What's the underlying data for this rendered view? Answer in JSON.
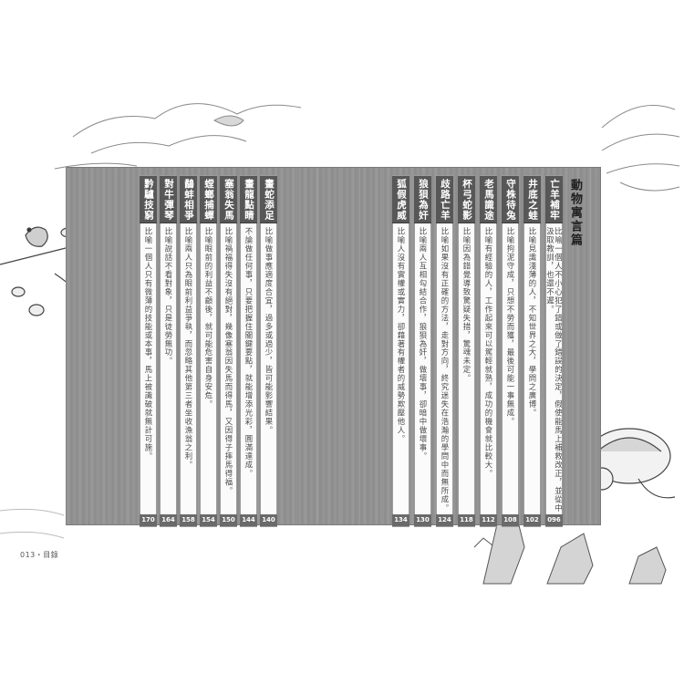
{
  "section_title": "動物寓言篇",
  "folio": "013・目錄",
  "entries": [
    {
      "title": "亡羊補牢",
      "body": "比喻一個人不小心犯了錯或做了錯誤的決定，假使能馬上補救改正，並從中汲取教訓，也還不遲。",
      "page": "096"
    },
    {
      "title": "井底之蛙",
      "body": "比喻見識淺薄的人，不知世界之大，學問之廣博。",
      "page": "102"
    },
    {
      "title": "守株待兔",
      "body": "比喻拘泥守成，只想不勞而獲，最後可能一事無成。",
      "page": "108"
    },
    {
      "title": "老馬識途",
      "body": "比喻有經驗的人，工作起來可以駕輕就熟，成功的機會就比較大。",
      "page": "112"
    },
    {
      "title": "杯弓蛇影",
      "body": "比喻因為錯覺導致驚疑失措，驚魂未定。",
      "page": "118"
    },
    {
      "title": "歧路亡羊",
      "body": "比喻如果沒有正確的方法，走對方向，終究迷失在浩瀚的學問中而無所成。",
      "page": "124"
    },
    {
      "title": "狼狽為奸",
      "body": "比喻兩人互相勾結合作，狼狽為奸，做壞事，卻暗中做壞事。",
      "page": "130"
    },
    {
      "title": "狐假虎威",
      "body": "比喻人沒有實權或實力，卻藉著有權者的威勢欺壓他人。",
      "page": "134"
    },
    {
      "title": "畫蛇添足",
      "body": "比喻做事應適度合宜，過多或過少，皆可能影響結果。",
      "page": "140"
    },
    {
      "title": "畫龍點睛",
      "body": "不論做任何事，只要把握住關鍵要點，就能增添光彩，圓滿達成。",
      "page": "144"
    },
    {
      "title": "塞翁失馬",
      "body": "比喻禍福得失沒有絕對，幾像塞翁因失馬而得馬，又因得子摔馬得福。",
      "page": "150"
    },
    {
      "title": "螳螂捕蟬",
      "body": "比喻眼前的利益不顧後，就可能危害自身安危。",
      "page": "154"
    },
    {
      "title": "鷸蚌相爭",
      "body": "比喻兩人只為眼前利益爭執，而忽略其他第三者坐收漁翁之利。",
      "page": "158"
    },
    {
      "title": "對牛彈琴",
      "body": "比喻說話不看對象，只是徒勞無功。",
      "page": "164"
    },
    {
      "title": "黔驢技窮",
      "body": "比喻一個人只有微薄的技能或本事，馬上被識破就無計可施。",
      "page": "170"
    }
  ]
}
